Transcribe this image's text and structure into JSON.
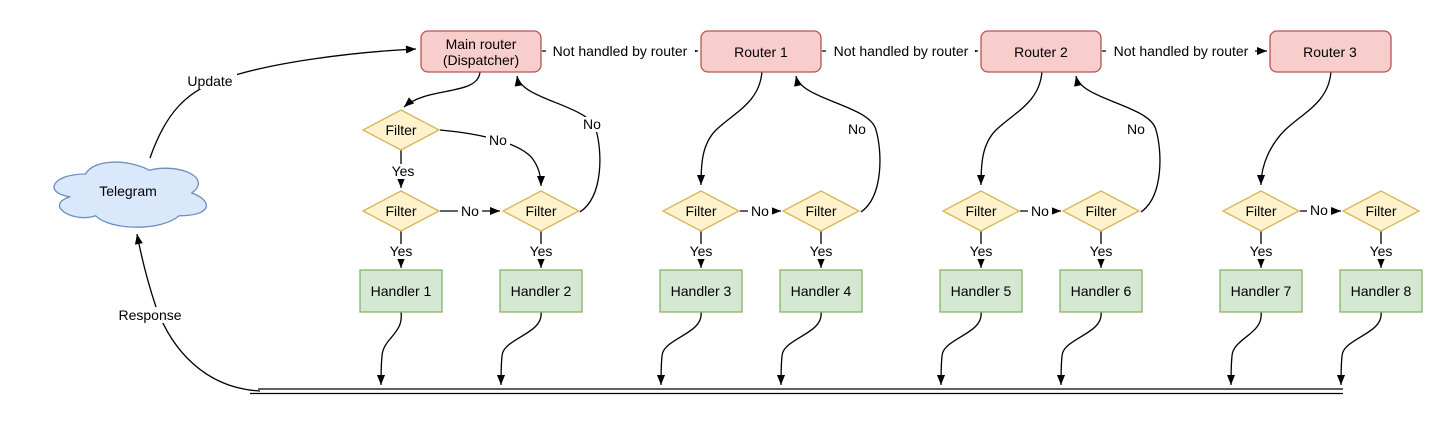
{
  "labels": {
    "telegram": "Telegram",
    "update": "Update",
    "response": "Response",
    "not_handled": "Not handled by router",
    "yes": "Yes",
    "no": "No",
    "filter": "Filter"
  },
  "routers": [
    {
      "line1": "Main router",
      "line2": "(Dispatcher)"
    },
    {
      "line1": "Router 1",
      "line2": ""
    },
    {
      "line1": "Router 2",
      "line2": ""
    },
    {
      "line1": "Router 3",
      "line2": ""
    }
  ],
  "handlers": [
    "Handler 1",
    "Handler 2",
    "Handler 3",
    "Handler 4",
    "Handler 5",
    "Handler 6",
    "Handler 7",
    "Handler 8"
  ],
  "colors": {
    "router_fill": "#f8cecc",
    "router_stroke": "#b85450",
    "filter_fill": "#fff2cc",
    "filter_stroke": "#d6b656",
    "handler_fill": "#d5e8d4",
    "handler_stroke": "#82b366",
    "cloud_fill": "#dae8fc",
    "cloud_stroke": "#6c8ebf",
    "line_color": "#000000"
  }
}
